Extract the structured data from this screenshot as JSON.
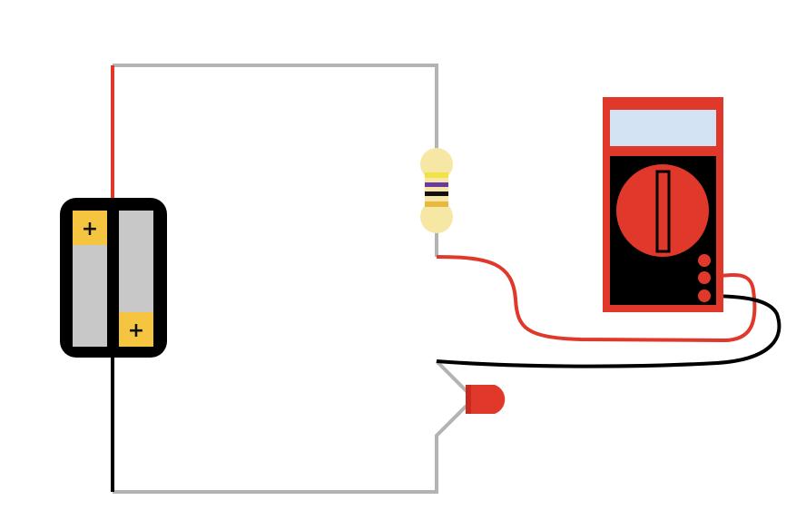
{
  "diagram": {
    "battery_pack": {
      "cells": [
        {
          "terminal_label": "+"
        },
        {
          "terminal_label": "+"
        }
      ]
    },
    "colors": {
      "background": "#ffffff",
      "circuit_wire": "#b3b3b3",
      "red_wire": "#e0382b",
      "black_wire": "#000000",
      "battery_case": "#000000",
      "battery_cell": "#c8c8c8",
      "terminal": "#f5c542",
      "resistor_body": "#f7e7a5",
      "multimeter_body": "#e0382b",
      "multimeter_display": "#d4e3f3",
      "led": "#e0382b"
    },
    "resistor": {
      "bands": [
        "#f2e24a",
        "#6a3aa0",
        "#111111",
        "#e8b840"
      ]
    },
    "components": [
      "battery-pack",
      "resistor",
      "led",
      "multimeter"
    ]
  }
}
